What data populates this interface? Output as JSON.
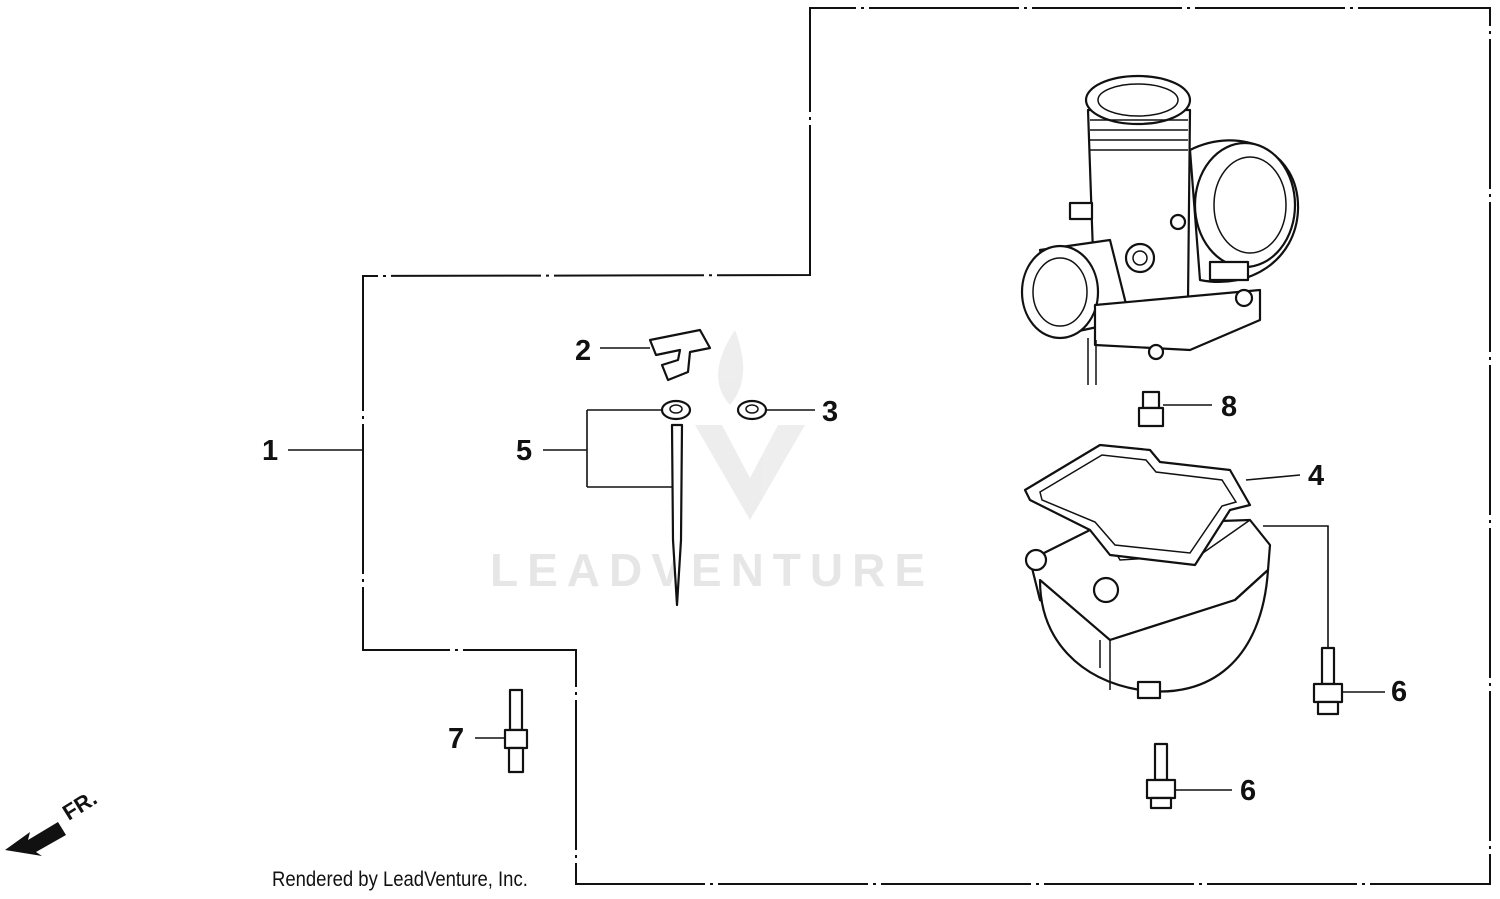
{
  "watermark": {
    "text": "LEADVENTURE"
  },
  "credit": "Rendered by LeadVenture, Inc.",
  "direction_label": "FR.",
  "callouts": {
    "c1": "1",
    "c2": "2",
    "c3": "3",
    "c4": "4",
    "c5": "5",
    "c6a": "6",
    "c6b": "6",
    "c7": "7",
    "c8": "8"
  },
  "icons": {
    "direction": "arrow-icon",
    "brand": "leadventure-logo-icon"
  }
}
